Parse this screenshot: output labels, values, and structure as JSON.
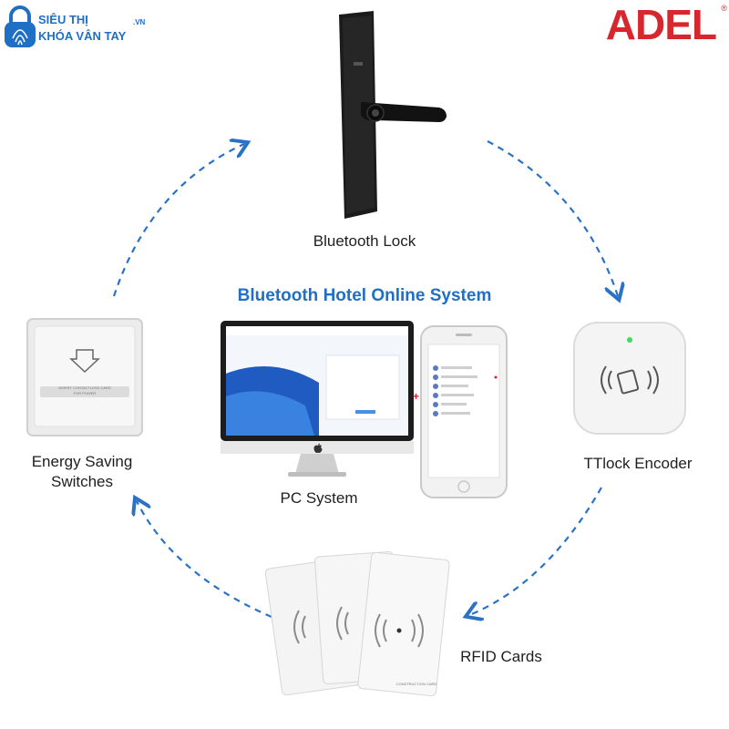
{
  "brand": {
    "line1": "SIÊU THỊ",
    "line2": "KHÓA VÂN TAY",
    "domain": ".VN",
    "logo": "ADEL",
    "registered": "®"
  },
  "center_title": "Bluetooth Hotel Online System",
  "nodes": {
    "lock": "Bluetooth Lock",
    "encoder": "TTlock Encoder",
    "cards": "RFID Cards",
    "switch_line1": "Energy Saving",
    "switch_line2": "Switches",
    "pc": "PC System"
  },
  "switch_panel_text": [
    "INSERT CONTACTLESS CARD",
    "FOR POWER"
  ],
  "card_text": "CONSTRUCTION CARD",
  "colors": {
    "accent": "#1f6fc4",
    "brand_red": "#d7262d",
    "arrow": "#2a72c6"
  },
  "icons": [
    "fingerprint-lock-logo-icon",
    "apple-logo-icon",
    "plus-icon",
    "nfc-card-icon",
    "arrow-down-icon"
  ]
}
